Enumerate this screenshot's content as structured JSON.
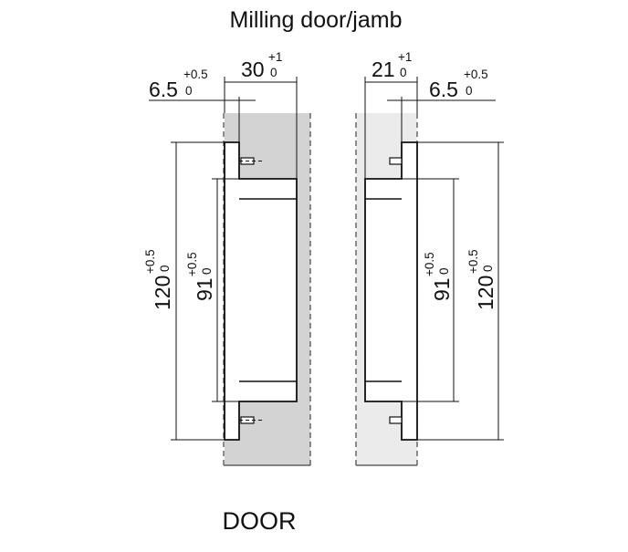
{
  "title": "Milling door/jamb",
  "dimensions": {
    "door_width": {
      "value": "30",
      "tol_upper": "+1",
      "tol_lower": "0"
    },
    "door_offset": {
      "value": "6.5",
      "tol_upper": "+0.5",
      "tol_lower": "0"
    },
    "jamb_width": {
      "value": "21",
      "tol_upper": "+1",
      "tol_lower": "0"
    },
    "jamb_offset": {
      "value": "6.5",
      "tol_upper": "+0.5",
      "tol_lower": "0"
    },
    "door_outer_height": {
      "value": "120",
      "tol_upper": "+0.5",
      "tol_lower": "0"
    },
    "door_inner_height": {
      "value": "91",
      "tol_upper": "+0.5",
      "tol_lower": "0"
    },
    "jamb_inner_height": {
      "value": "91",
      "tol_upper": "+0.5",
      "tol_lower": "0"
    },
    "jamb_outer_height": {
      "value": "120",
      "tol_upper": "+0.5",
      "tol_lower": "0"
    }
  },
  "labels": {
    "door": "DOOR"
  },
  "colors": {
    "door_fill": "#d3d3d3",
    "jamb_fill": "#ebebeb",
    "line": "#111111"
  }
}
